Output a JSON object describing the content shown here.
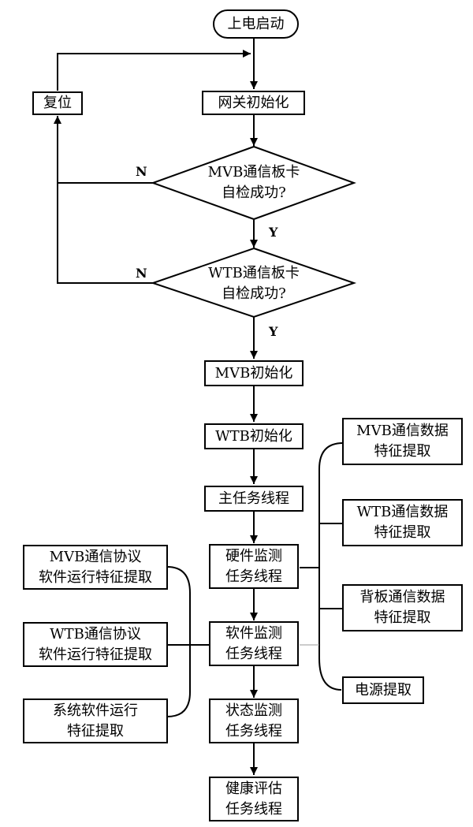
{
  "nodes": {
    "start": "上电启动",
    "gateway_init": "网关初始化",
    "reset": "复位",
    "mvb_check": "MVB通信板卡\n自检成功?",
    "wtb_check": "WTB通信板卡\n自检成功?",
    "mvb_init": "MVB初始化",
    "wtb_init": "WTB初始化",
    "main_thread": "主任务线程",
    "hw_monitor": "硬件监测\n任务线程",
    "sw_monitor": "软件监测\n任务线程",
    "state_monitor": "状态监测\n任务线程",
    "health_eval": "健康评估\n任务线程",
    "mvb_data": "MVB通信数据\n特征提取",
    "wtb_data": "WTB通信数据\n特征提取",
    "backplane_data": "背板通信数据\n特征提取",
    "power": "电源提取",
    "mvb_protocol": "MVB通信协议\n软件运行特征提取",
    "wtb_protocol": "WTB通信协议\n软件运行特征提取",
    "sys_software": "系统软件运行\n特征提取"
  },
  "edge_labels": {
    "mvb_no": "N",
    "mvb_yes": "Y",
    "wtb_no": "N",
    "wtb_yes": "Y"
  }
}
